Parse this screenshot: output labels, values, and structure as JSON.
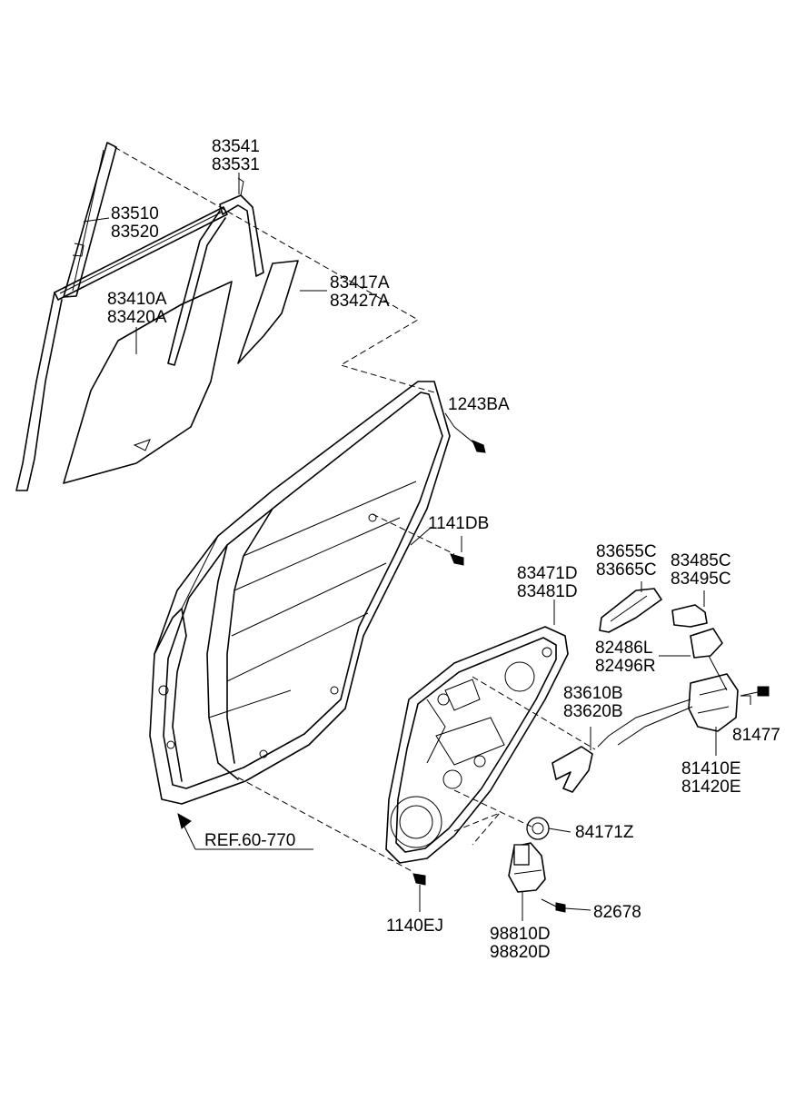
{
  "labels": {
    "l83541": "83541",
    "l83531": "83531",
    "l83510": "83510",
    "l83520": "83520",
    "l83417A": "83417A",
    "l83427A": "83427A",
    "l83410A": "83410A",
    "l83420A": "83420A",
    "l1243BA": "1243BA",
    "l1141DB": "1141DB",
    "l83655C": "83655C",
    "l83665C": "83665C",
    "l83485C": "83485C",
    "l83495C": "83495C",
    "l83471D": "83471D",
    "l83481D": "83481D",
    "l82486L": "82486L",
    "l82496R": "82496R",
    "l83610B": "83610B",
    "l83620B": "83620B",
    "l81477": "81477",
    "l81410E": "81410E",
    "l81420E": "81420E",
    "l84171Z": "84171Z",
    "l82678": "82678",
    "l1140EJ": "1140EJ",
    "l98810D": "98810D",
    "l98820D": "98820D",
    "ref": "REF.60-770"
  }
}
